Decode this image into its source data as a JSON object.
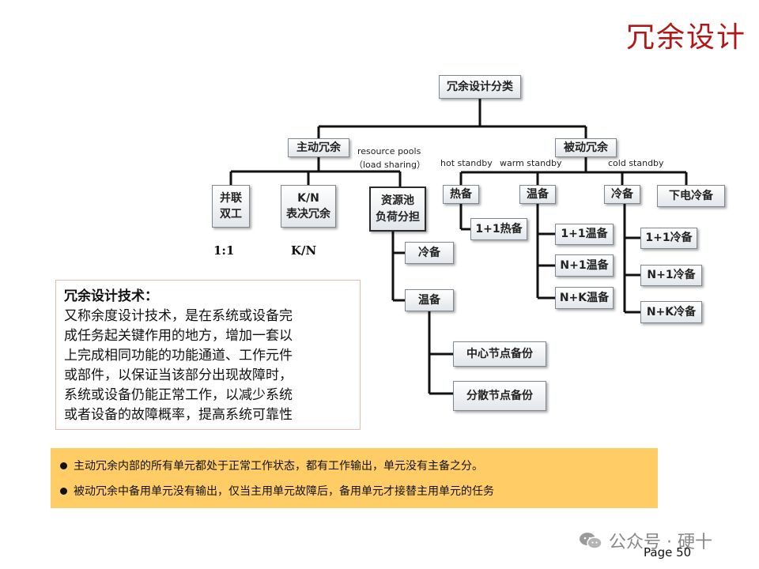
{
  "header": {
    "title": "冗余设计"
  },
  "tree": {
    "root": "冗余设计分类",
    "active": "主动冗余",
    "passive": "被动冗余",
    "active_children": {
      "parallel_1": "并联",
      "parallel_2": "双工",
      "kn_1": "K/N",
      "kn_2": "表决冗余",
      "pool_1": "资源池",
      "pool_2": "负荷分担"
    },
    "pool_children": {
      "cold": "冷备",
      "warm": "温备"
    },
    "warm_children": {
      "center": "中心节点备份",
      "distributed": "分散节点备份"
    },
    "passive_children": {
      "hot": "热备",
      "warm": "温备",
      "cold": "冷备",
      "off": "下电冷备"
    },
    "hot_children": [
      "1+1热备"
    ],
    "warm_leaf_children": [
      "1+1温备",
      "N+1温备",
      "N+K温备"
    ],
    "cold_children": [
      "1+1冷备",
      "N+1冷备",
      "N+K冷备"
    ]
  },
  "labels": {
    "resource_pools": "resource pools",
    "load_sharing": "（load sharing）",
    "hot_standby": "hot standby",
    "warm_standby": "warm standby",
    "cold_standby": "cold standby",
    "ratio_1": "1:1",
    "ratio_2": "K/N"
  },
  "tech": {
    "heading": "冗余设计技术：",
    "lines": [
      "又称余度设计技术，是在系统或设备完",
      "成任务起关键作用的地方，增加一套以",
      "上完成相同功能的功能通道、工作元件",
      "或部件，以保证当该部分出现故障时，",
      "系统或设备仍能正常工作，以减少系统",
      "或者设备的故障概率，提高系统可靠性"
    ]
  },
  "notes": [
    "主动冗余内部的所有单元都处于正常工作状态，都有工作输出，单元没有主备之分。",
    "被动冗余中备用单元没有输出，仅当主用单元故障后，备用单元才接替主用单元的任务"
  ],
  "watermark": "公众号 · 硬十",
  "footer": {
    "page": "Page 50"
  }
}
